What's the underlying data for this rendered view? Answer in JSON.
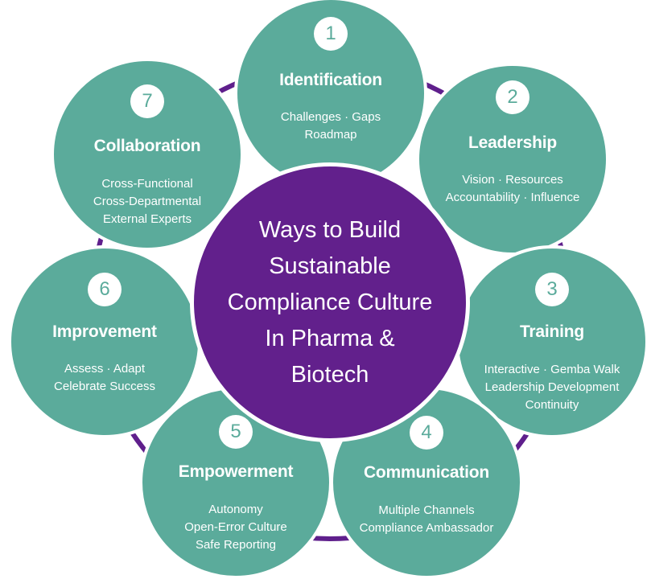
{
  "title": {
    "lines": [
      "Ways to Build",
      "Sustainable",
      "Compliance Culture",
      "In Pharma &",
      "Biotech"
    ]
  },
  "colors": {
    "node_fill": "#5bab9b",
    "center_fill": "#62208c",
    "ring_stroke": "#5f1f8c",
    "text": "#ffffff",
    "background": "#ffffff"
  },
  "nodes": [
    {
      "number": "1",
      "title": "Identification",
      "lines": [
        "Challenges ·  Gaps",
        "Roadmap",
        ""
      ]
    },
    {
      "number": "2",
      "title": "Leadership",
      "lines": [
        "Vision · Resources",
        "Accountability · Influence",
        ""
      ]
    },
    {
      "number": "3",
      "title": "Training",
      "lines": [
        "Interactive · Gemba Walk",
        "Leadership Development",
        "Continuity"
      ]
    },
    {
      "number": "4",
      "title": "Communication",
      "lines": [
        "Multiple Channels",
        "Compliance Ambassador",
        ""
      ]
    },
    {
      "number": "5",
      "title": "Empowerment",
      "lines": [
        "Autonomy",
        "Open-Error Culture",
        "Safe Reporting"
      ]
    },
    {
      "number": "6",
      "title": "Improvement",
      "lines": [
        "Assess · Adapt",
        "Celebrate Success",
        ""
      ]
    },
    {
      "number": "7",
      "title": "Collaboration",
      "lines": [
        "Cross-Functional",
        "Cross-Departmental",
        "External Experts"
      ]
    }
  ]
}
